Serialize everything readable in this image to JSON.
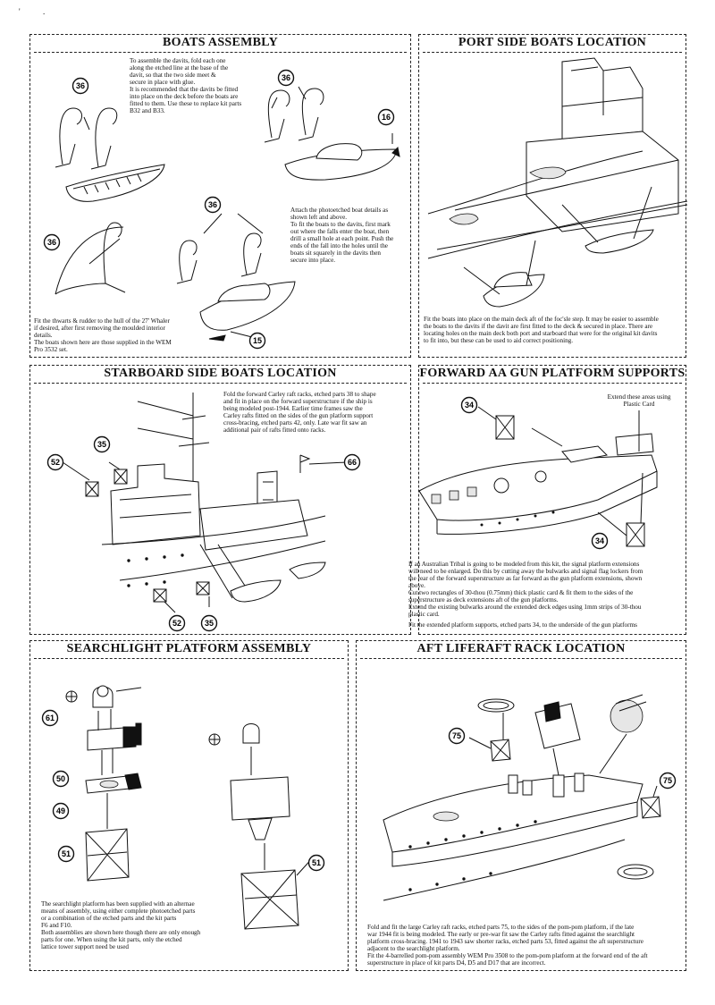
{
  "page_marks": [
    "'",
    "."
  ],
  "panels": {
    "boats_assembly": {
      "title": "BOATS ASSEMBLY",
      "note_davits": "To assemble the davits, fold each one\nalong the etched line at the base of the\ndavit, so that the two side meet &\nsecure in place with glue.\nIt is recommended that the davits be fitted\ninto place on the deck before the boats are\nfitted to them. Use these to replace kit parts\nB32 and B33.",
      "note_attach": "Attach the photoetched boat details as\nshown left and above.\nTo fit the boats to the davits, first mark\nout where the falls enter the boat, then\ndrill a small hole at each point. Push the\nends of the fall into the holes until the\nboats sit squarely in the davits then\nsecure into place.",
      "note_thwarts": "Fit the thwarts & rudder to the hull of the 27' Whaler\nif desired, after first removing the moulded interior\ndetails.\nThe boats shown here are those supplied in the WEM\nPro 3532 set.",
      "callouts": [
        "36",
        "36",
        "16",
        "36",
        "36",
        "15"
      ]
    },
    "port_side": {
      "title": "PORT SIDE BOATS LOCATION",
      "note": "Fit the boats into place on the main deck aft of the foc'sle step. It may be easier to assemble\nthe boats to the davits if the davit are first fitted to the deck & secured in place. There are\nlocating holes on the main deck both port and starboard that were for the original kit davits\nto fit into, but these can be used to aid correct positioning."
    },
    "starboard_side": {
      "title": "STARBOARD SIDE BOATS LOCATION",
      "note": "Fold the forward Carley raft racks, etched parts 38 to shape\nand fit in place on the forward superstructure if the ship is\nbeing modeled post-1944. Earlier time frames saw the\nCarley rafts fitted on the sides of the gun platform support\ncross-bracing, etched parts 42, only. Late war fit saw an\nadditional pair of rafts fitted onto racks.",
      "callouts": [
        "52",
        "35",
        "66",
        "52",
        "35"
      ]
    },
    "forward_aa": {
      "title": "FORWARD AA GUN PLATFORM SUPPORTS",
      "label_extend": "Extend these areas using\nPlastic Card",
      "note": "If an Australian Tribal is going to be modeled from this kit, the signal platform extensions\nwill need to be enlarged. Do this by cutting away the bulwarks and signal flag lockers from\nthe rear of the forward superstructure as far forward as the gun platform extensions, shown\nabove.\nCut two rectangles of 30-thou (0.75mm) thick plastic card & fit them to the sides of the\nsuperstructure as deck extensions aft of the gun platforms.\nExtend the existing bulwarks around the extended deck edges using 1mm strips of 30-thou\nplastic card.",
      "note2": "Fit the extended platform supports, etched parts 34, to the underside of the gun platforms",
      "callouts": [
        "34",
        "34"
      ]
    },
    "searchlight": {
      "title": "SEARCHLIGHT PLATFORM ASSEMBLY",
      "note": "The searchlight platform has been supplied with an alternae\nmeans of assembly, using either complete photoetched parts\nor  a combination of the etched parts and the kit parts\nF6 and F10.\nBoth assemblies are shown here though there are only enough\nparts for one. When using the kit parts, only the etched\nlattice tower support need be used",
      "callouts": [
        "61",
        "50",
        "49",
        "51",
        "51"
      ]
    },
    "aft_liferaft": {
      "title": "AFT LIFERAFT RACK LOCATION",
      "note": "Fold and fit the large Carley raft racks, etched parts 75, to the sides of the pom-pom platform, if the late\nwar 1944 fit is being modeled. The early or pre-war fit saw the Carley rafts fitted against the searchlight\nplatform cross-bracing. 1941 to 1943 saw shorter racks, etched parts 53, fitted against the aft superstructure\nadjacent to the searchlight platform.\nFit the 4-barrelled pom-pom assembly WEM Pro 3508 to the pom-pom platform at the forward end of the aft\nsuperstructure in place of kit parts D4, D5 and D17 that are incorrect.",
      "callouts": [
        "75",
        "75"
      ]
    }
  }
}
